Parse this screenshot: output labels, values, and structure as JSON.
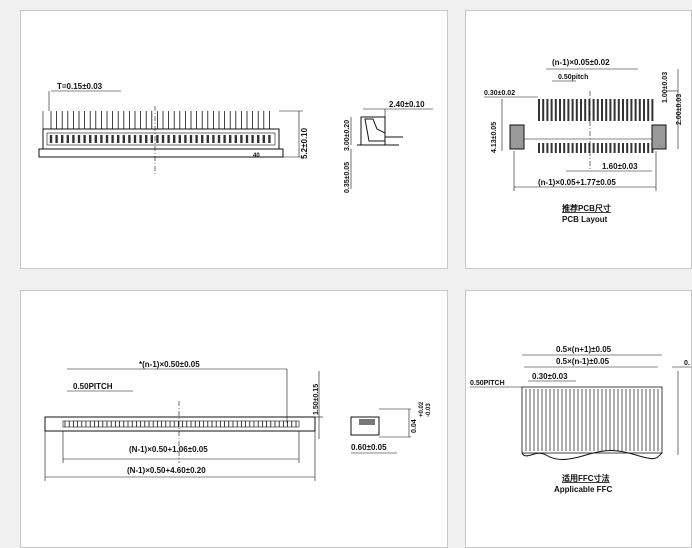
{
  "panel1": {
    "t_dim": "T=0.15±0.03",
    "height_dim": "5.2±0.10",
    "pin_label": "40",
    "side_top_dim": "2.40±0.10",
    "side_height_dim": "3.00±0.20",
    "side_bottom_dim": "0.35±0.05"
  },
  "panel2": {
    "top_dim": "(n-1)×0.05±0.02",
    "pitch_label": "0.50pitch",
    "pad_width_dim": "0.30±0.02",
    "right_dim_1": "1.00±0.03",
    "right_dim_2": "2.00±0.03",
    "left_dim": "4.13±0.05",
    "bottom_dim_1": "1.60±0.03",
    "bottom_dim_2": "(n-1)×0.05+1.77±0.05",
    "caption_cn": "推荐PCB尺寸",
    "caption_en": "PCB Layout"
  },
  "panel3": {
    "top_dim": "*(n-1)×0.50±0.05",
    "pitch_label": "0.50PITCH",
    "right_dim": "1.50±0.15",
    "bottom_dim_1": "(N-1)×0.50+1.06±0.05",
    "bottom_dim_2": "(N-1)×0.50+4.60±0.20",
    "side_dim": "0.60±0.05",
    "side_vertical_dim_a": "0.04",
    "side_vertical_dim_b": "+0.02",
    "side_vertical_dim_c": "-0.03"
  },
  "panel4": {
    "dim_1": "0.5×(n+1)±0.05",
    "dim_2": "0.5×(n-1)±0.05",
    "pitch_label": "0.50PITCH",
    "width_dim": "0.30±0.03",
    "cut_label": "0.",
    "caption_cn": "适用FFC寸法",
    "caption_en": "Applicable FFC"
  }
}
